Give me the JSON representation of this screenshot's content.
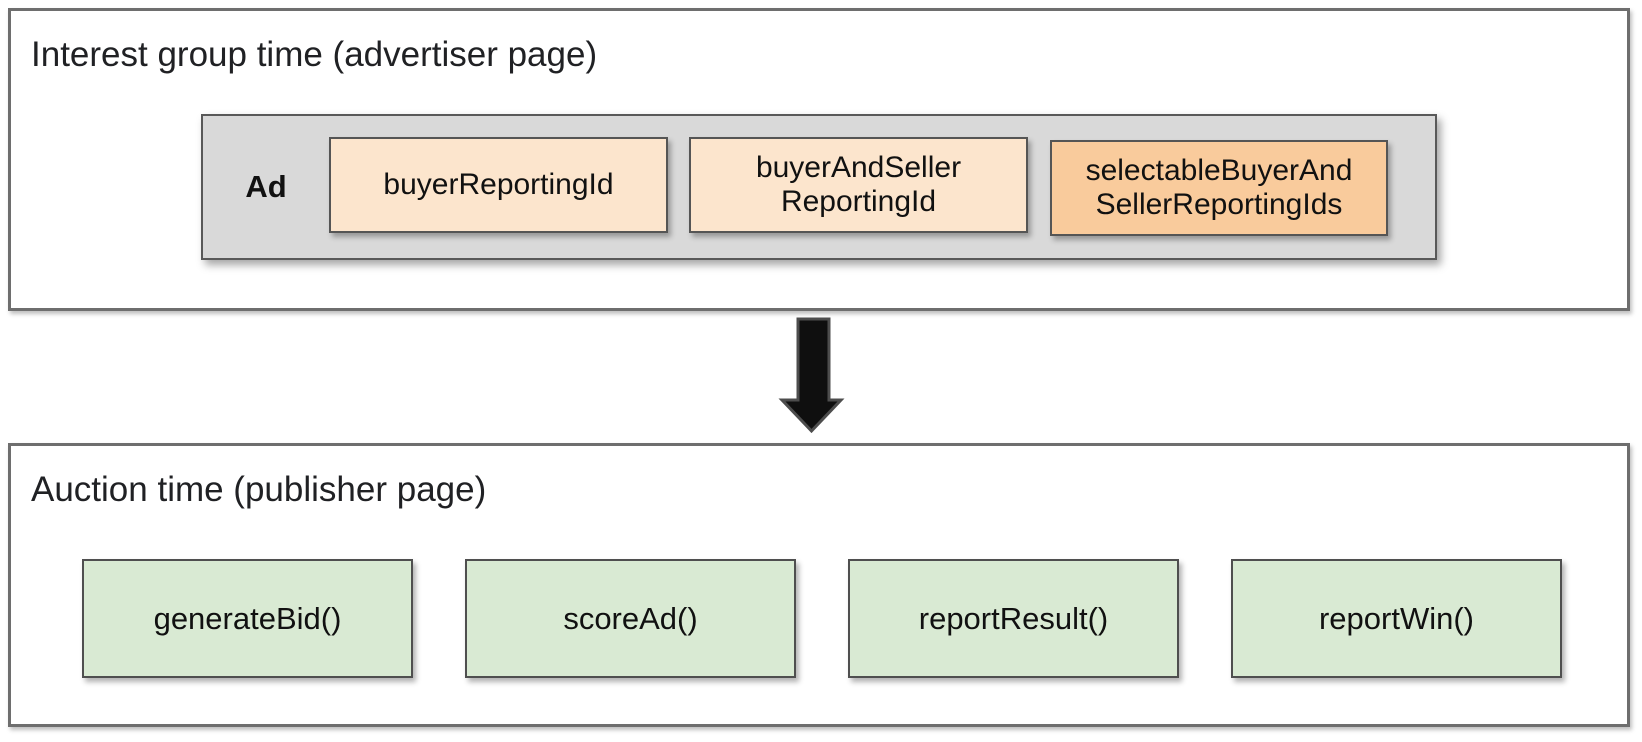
{
  "diagram": {
    "interest_group_section": {
      "title": "Interest group time (advertiser page)",
      "ad_container": {
        "label": "Ad",
        "boxes": [
          {
            "lines": [
              "buyerReportingId"
            ]
          },
          {
            "lines": [
              "buyerAndSeller",
              "ReportingId"
            ]
          },
          {
            "lines": [
              "selectableBuyerAnd",
              "SellerReportingIds"
            ]
          }
        ]
      }
    },
    "arrow": {
      "icon": "down-arrow-icon",
      "direction": "down"
    },
    "auction_section": {
      "title": "Auction time (publisher page)",
      "function_boxes": [
        {
          "label": "generateBid()"
        },
        {
          "label": "scoreAd()"
        },
        {
          "label": "reportResult()"
        },
        {
          "label": "reportWin()"
        }
      ]
    },
    "colors": {
      "light_orange_box": "#FCE5CD",
      "medium_orange_box": "#F9CB9C",
      "light_green_box": "#D9EAD3",
      "ad_container_gray": "#D9D9D9",
      "section_border": "#6E6E6E",
      "box_border": "#555555",
      "arrow_fill": "#0F0F0F",
      "text": "#202124"
    }
  }
}
